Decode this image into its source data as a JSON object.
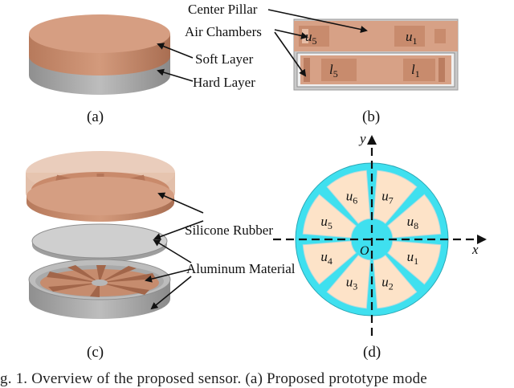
{
  "panels": {
    "a": {
      "label": "(a)",
      "soft_layer": "Soft Layer",
      "hard_layer": "Hard Layer"
    },
    "b": {
      "label": "(b)",
      "center_pillar": "Center Pillar",
      "air_chambers": "Air Chambers",
      "u5": "u",
      "u5_sub": "5",
      "u1": "u",
      "u1_sub": "1",
      "l5": "l",
      "l5_sub": "5",
      "l1": "l",
      "l1_sub": "1"
    },
    "c": {
      "label": "(c)",
      "silicone_rubber": "Silicone Rubber",
      "aluminum": "Aluminum Material"
    },
    "d": {
      "label": "(d)",
      "y_axis": "y",
      "x_axis": "x",
      "origin": "O",
      "chambers": [
        {
          "name": "u",
          "sub": "1"
        },
        {
          "name": "u",
          "sub": "2"
        },
        {
          "name": "u",
          "sub": "3"
        },
        {
          "name": "u",
          "sub": "4"
        },
        {
          "name": "u",
          "sub": "5"
        },
        {
          "name": "u",
          "sub": "6"
        },
        {
          "name": "u",
          "sub": "7"
        },
        {
          "name": "u",
          "sub": "8"
        }
      ]
    }
  },
  "caption": "g. 1.   Overview of the proposed sensor. (a) Proposed prototype mode",
  "colors": {
    "copper": "#d9a185",
    "copper_dark": "#b9805f",
    "grey": "#a9a9a9",
    "cyan": "#33e0f0",
    "chamber": "#fde3c8"
  }
}
